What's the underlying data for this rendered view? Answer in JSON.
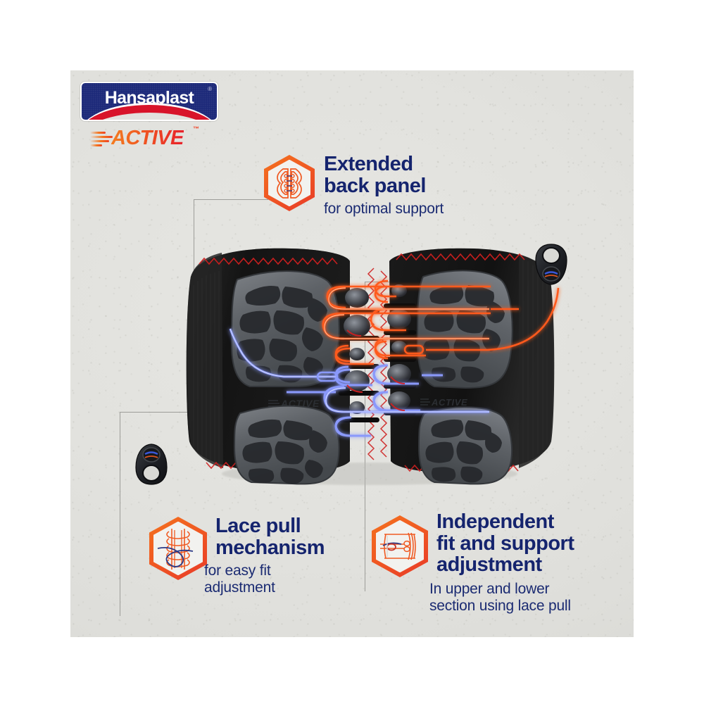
{
  "page": {
    "kind": "product-feature-infographic",
    "background_color": "#ffffff",
    "panel_color": "#e2e2de"
  },
  "brand": {
    "name": "Hansaplast",
    "registered_mark": "®",
    "sub_brand": "ACTIVE",
    "trademark_mark": "™",
    "shield_color": "#1d2a7a",
    "swoosh_color": "#d8142a",
    "active_color_start": "#f47c20",
    "active_color_end": "#e8202a"
  },
  "colors": {
    "heading_navy": "#15246e",
    "body_navy": "#1b2b72",
    "accent_orange": "#f0601f",
    "accent_red": "#e8202a",
    "lace_upper": "#ff5a1f",
    "lace_lower": "#6a7bf0",
    "leader_line": "#9d9d99",
    "stitch_red": "#cc2222"
  },
  "callouts": [
    {
      "id": "extended-back-panel",
      "icon": "back-panel-hex-icon",
      "title_line1": "Extended",
      "title_line2": "back panel",
      "subtitle_line1": "for optimal support",
      "subtitle_line2": ""
    },
    {
      "id": "lace-pull-mechanism",
      "icon": "lace-pull-hex-icon",
      "title_line1": "Lace pull",
      "title_line2": "mechanism",
      "subtitle_line1": "for easy fit",
      "subtitle_line2": "adjustment"
    },
    {
      "id": "independent-fit-support",
      "icon": "independent-adjust-hex-icon",
      "title_line1": "Independent",
      "title_line2": "fit and support",
      "title_line3": "adjustment",
      "subtitle_line1": "In upper and lower",
      "subtitle_line2": "section using lace pull"
    }
  ],
  "product": {
    "name": "back-support-brace",
    "panel_logo_text": "ACTIVE",
    "shell_color": "#151515",
    "support_panel_color": "#5c5f63",
    "stitching": "red-zigzag",
    "upper_lace_color": "#ff5a1f",
    "lower_lace_color": "#7b8cf5",
    "pull_tab_count": 2,
    "pull_tab_color": "#25272b"
  }
}
